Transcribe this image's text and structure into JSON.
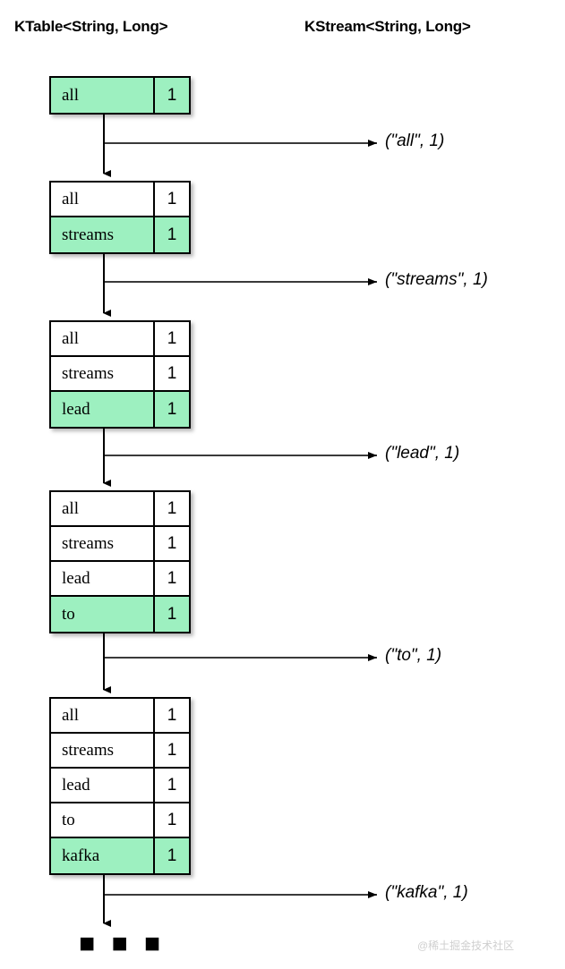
{
  "headers": {
    "left": "KTable<String, Long>",
    "right": "KStream<String, Long>"
  },
  "colors": {
    "highlight": "#9df0c0",
    "border": "#000000",
    "background": "#ffffff",
    "wire": "#000000",
    "watermark": "#cfcfcf"
  },
  "tables": [
    {
      "id": "ktable-step-1",
      "rows": [
        {
          "key": "all",
          "value": "1",
          "highlight": true
        }
      ]
    },
    {
      "id": "ktable-step-2",
      "rows": [
        {
          "key": "all",
          "value": "1",
          "highlight": false
        },
        {
          "key": "streams",
          "value": "1",
          "highlight": true
        }
      ]
    },
    {
      "id": "ktable-step-3",
      "rows": [
        {
          "key": "all",
          "value": "1",
          "highlight": false
        },
        {
          "key": "streams",
          "value": "1",
          "highlight": false
        },
        {
          "key": "lead",
          "value": "1",
          "highlight": true
        }
      ]
    },
    {
      "id": "ktable-step-4",
      "rows": [
        {
          "key": "all",
          "value": "1",
          "highlight": false
        },
        {
          "key": "streams",
          "value": "1",
          "highlight": false
        },
        {
          "key": "lead",
          "value": "1",
          "highlight": false
        },
        {
          "key": "to",
          "value": "1",
          "highlight": true
        }
      ]
    },
    {
      "id": "ktable-step-5",
      "rows": [
        {
          "key": "all",
          "value": "1",
          "highlight": false
        },
        {
          "key": "streams",
          "value": "1",
          "highlight": false
        },
        {
          "key": "lead",
          "value": "1",
          "highlight": false
        },
        {
          "key": "to",
          "value": "1",
          "highlight": false
        },
        {
          "key": "kafka",
          "value": "1",
          "highlight": true
        }
      ]
    }
  ],
  "stream_records": [
    {
      "id": "stream-record-all",
      "text": "(\"all\", 1)"
    },
    {
      "id": "stream-record-streams",
      "text": "(\"streams\", 1)"
    },
    {
      "id": "stream-record-lead",
      "text": "(\"lead\", 1)"
    },
    {
      "id": "stream-record-to",
      "text": "(\"to\", 1)"
    },
    {
      "id": "stream-record-kafka",
      "text": "(\"kafka\", 1)"
    }
  ],
  "continuation": "■ ■ ■",
  "watermark": "@稀土掘金技术社区"
}
